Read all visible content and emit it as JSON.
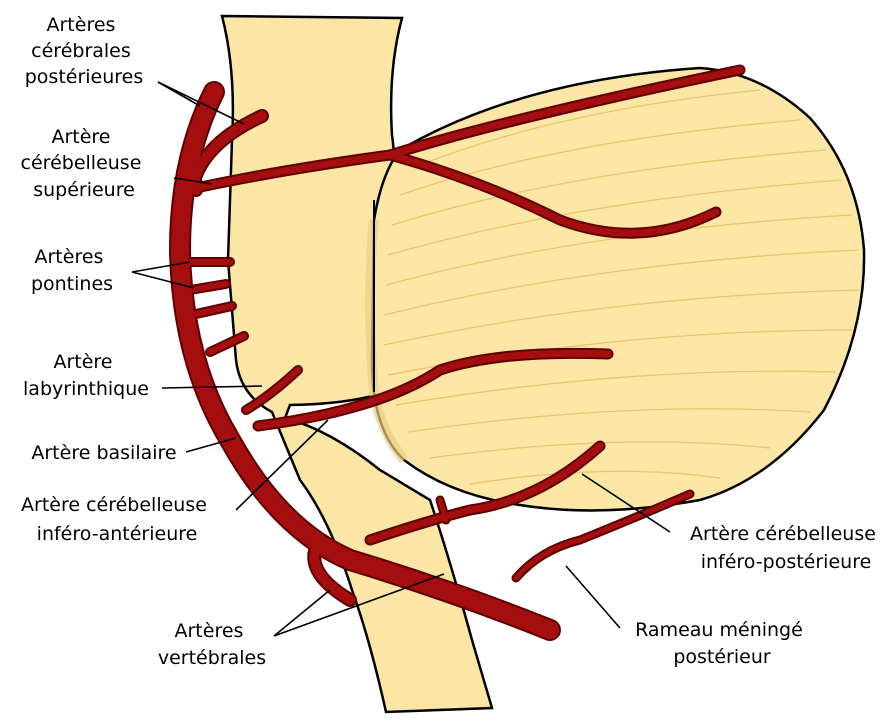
{
  "colors": {
    "tissue": "#fbe6a5",
    "tissue_shade": "#e9cf86",
    "folia_lines": "#e6c56a",
    "artery": "#a50e0e",
    "artery_outline": "#5e0000",
    "outline": "#000000"
  },
  "labels": {
    "posterior_cerebral": [
      "Artères",
      "cérébrales",
      "postérieures"
    ],
    "superior_cerebellar": [
      "Artère",
      "cérébelleuse",
      "supérieure"
    ],
    "pontine": [
      "Artères",
      "pontines"
    ],
    "labyrinthine": [
      "Artère",
      "labyrinthique"
    ],
    "basilar": [
      "Artère basilaire"
    ],
    "aica": [
      "Artère cérébelleuse",
      "inféro-antérieure"
    ],
    "pica": [
      "Artère cérébelleuse",
      "inféro-postérieure"
    ],
    "meningeal": [
      "Rameau méningé",
      "postérieur"
    ],
    "vertebral": [
      "Artères",
      "vertébrales"
    ]
  }
}
